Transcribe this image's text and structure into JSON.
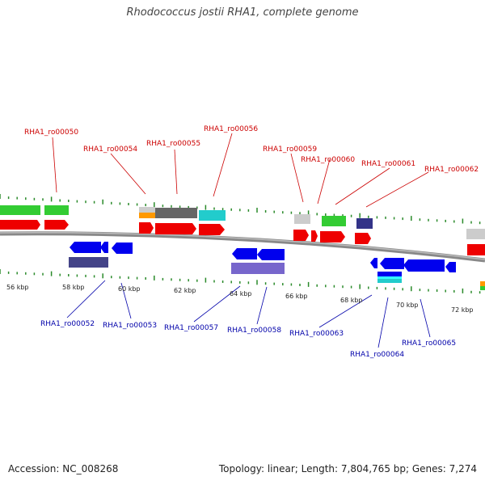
{
  "title": "Rhodococcus jostii RHA1, complete genome",
  "footer": {
    "accession": "Accession: NC_008268",
    "stats": "Topology: linear; Length: 7,804,765 bp; Genes: 7,274"
  },
  "colors": {
    "backbone": "#777777",
    "tick": "#2a8a2a",
    "label_top": "#cc0000",
    "label_bottom": "#0000aa"
  },
  "axis_labels": [
    "56 kbp",
    "58 kbp",
    "60 kbp",
    "62 kbp",
    "64 kbp",
    "66 kbp",
    "68 kbp",
    "70 kbp",
    "72 kbp"
  ],
  "top_labels": [
    "RHA1_ro00050",
    "RHA1_ro00054",
    "RHA1_ro00055",
    "RHA1_ro00056",
    "RHA1_ro00059",
    "RHA1_ro00060",
    "RHA1_ro00061",
    "RHA1_ro00062"
  ],
  "bottom_labels": [
    "RHA1_ro00052",
    "RHA1_ro00053",
    "RHA1_ro00057",
    "RHA1_ro00058",
    "RHA1_ro00063",
    "RHA1_ro00064",
    "RHA1_ro00065"
  ]
}
